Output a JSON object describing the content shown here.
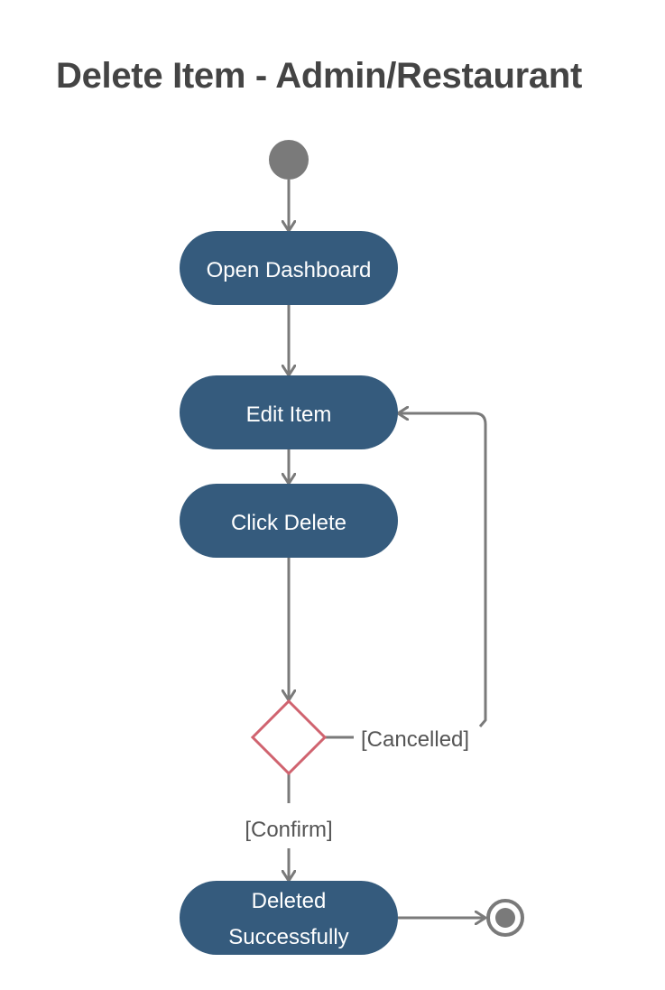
{
  "title": "Delete Item - Admin/Restaurant",
  "colors": {
    "node_fill": "#355b7d",
    "edge": "#7a7a7a",
    "decision_stroke": "#d0636f",
    "text_light": "#ffffff",
    "text_dark": "#555555"
  },
  "nodes": {
    "open_dashboard": "Open Dashboard",
    "edit_item": "Edit Item",
    "click_delete": "Click Delete",
    "deleted_line1": "Deleted",
    "deleted_line2": "Successfully"
  },
  "guards": {
    "cancelled": "[Cancelled]",
    "confirm": "[Confirm]"
  }
}
